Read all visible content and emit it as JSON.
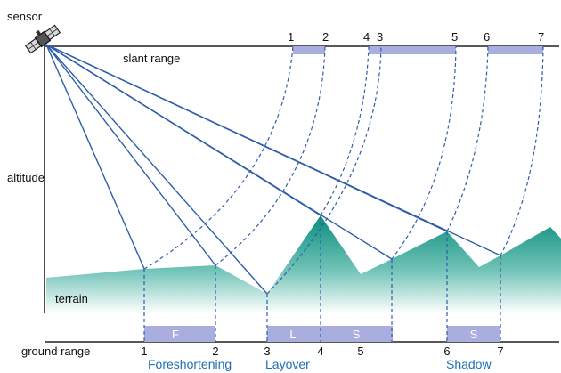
{
  "labels": {
    "sensor": "sensor",
    "slant_range": "slant range",
    "altitude": "altitude",
    "terrain": "terrain",
    "ground_range": "ground range"
  },
  "slant_numbers": [
    "1",
    "2",
    "4",
    "3",
    "5",
    "6",
    "7"
  ],
  "ground_numbers": [
    "1",
    "2",
    "3",
    "4",
    "5",
    "6",
    "7"
  ],
  "ground_bars": {
    "f": "F",
    "l": "L",
    "s1": "S",
    "s2": "S"
  },
  "categories": {
    "foreshortening": "Foreshortening",
    "layover": "Layover",
    "shadow": "Shadow"
  },
  "colors": {
    "ray": "#2f5ea9",
    "bar": "#a9aedf",
    "terrain_top": "#0b8d7d",
    "terrain_bottom": "#ffffff",
    "category_text": "#1f6fb3"
  },
  "icons": {
    "sensor": "satellite-icon"
  }
}
